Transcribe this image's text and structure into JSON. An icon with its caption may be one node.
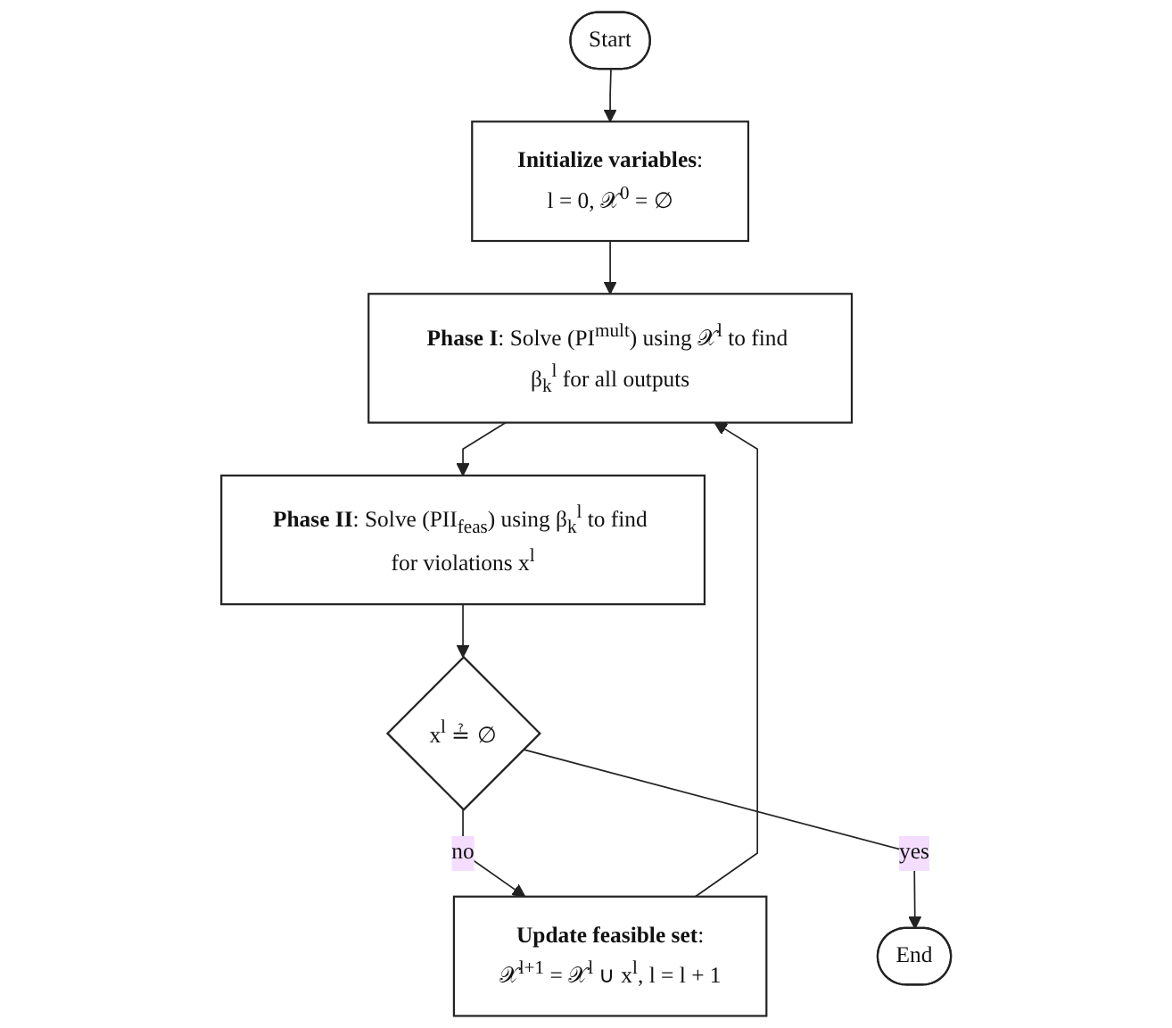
{
  "diagram": {
    "nodes": [
      {
        "text": [
          "Start"
        ]
      },
      {
        "text": [
          "**Initialize variables**:",
          "l = 0, 𝒳$^{0}$ = ∅"
        ]
      },
      {
        "text": [
          "**Phase I**: Solve (PI$^{mult}$) using 𝒳$^{l}$ to find β$_{k}$$^{l}$ for all outputs"
        ]
      },
      {
        "text": [
          "**Phase II**: Solve (PII$_{feas}$) using β$_{k}$$^{l}$ to find for violations x$^{l}$"
        ]
      },
      {
        "text": [
          "x$^{l}$ ≟ ∅"
        ]
      },
      {
        "text": [
          "End"
        ]
      },
      {
        "text": [
          "**Update feasible set**:",
          "𝒳$^{l+1}$ = 𝒳$^{l}$ ∪ x$^{l}$, l = l + 1"
        ]
      }
    ],
    "edges": [
      {
        "from": 0,
        "to": 1,
        "arrow": "to"
      },
      {
        "from": 1,
        "to": 2,
        "arrow": "to"
      },
      {
        "from": 2,
        "to": 3,
        "arrow": "to"
      },
      {
        "from": 3,
        "to": 4,
        "arrow": "to"
      },
      {
        "from": 4,
        "to": 6,
        "label": "no",
        "arrow": "to"
      },
      {
        "from": 4,
        "to": 5,
        "label": "yes",
        "arrow": "to"
      },
      {
        "from": 6,
        "to": 2,
        "arrow": "to"
      }
    ]
  }
}
